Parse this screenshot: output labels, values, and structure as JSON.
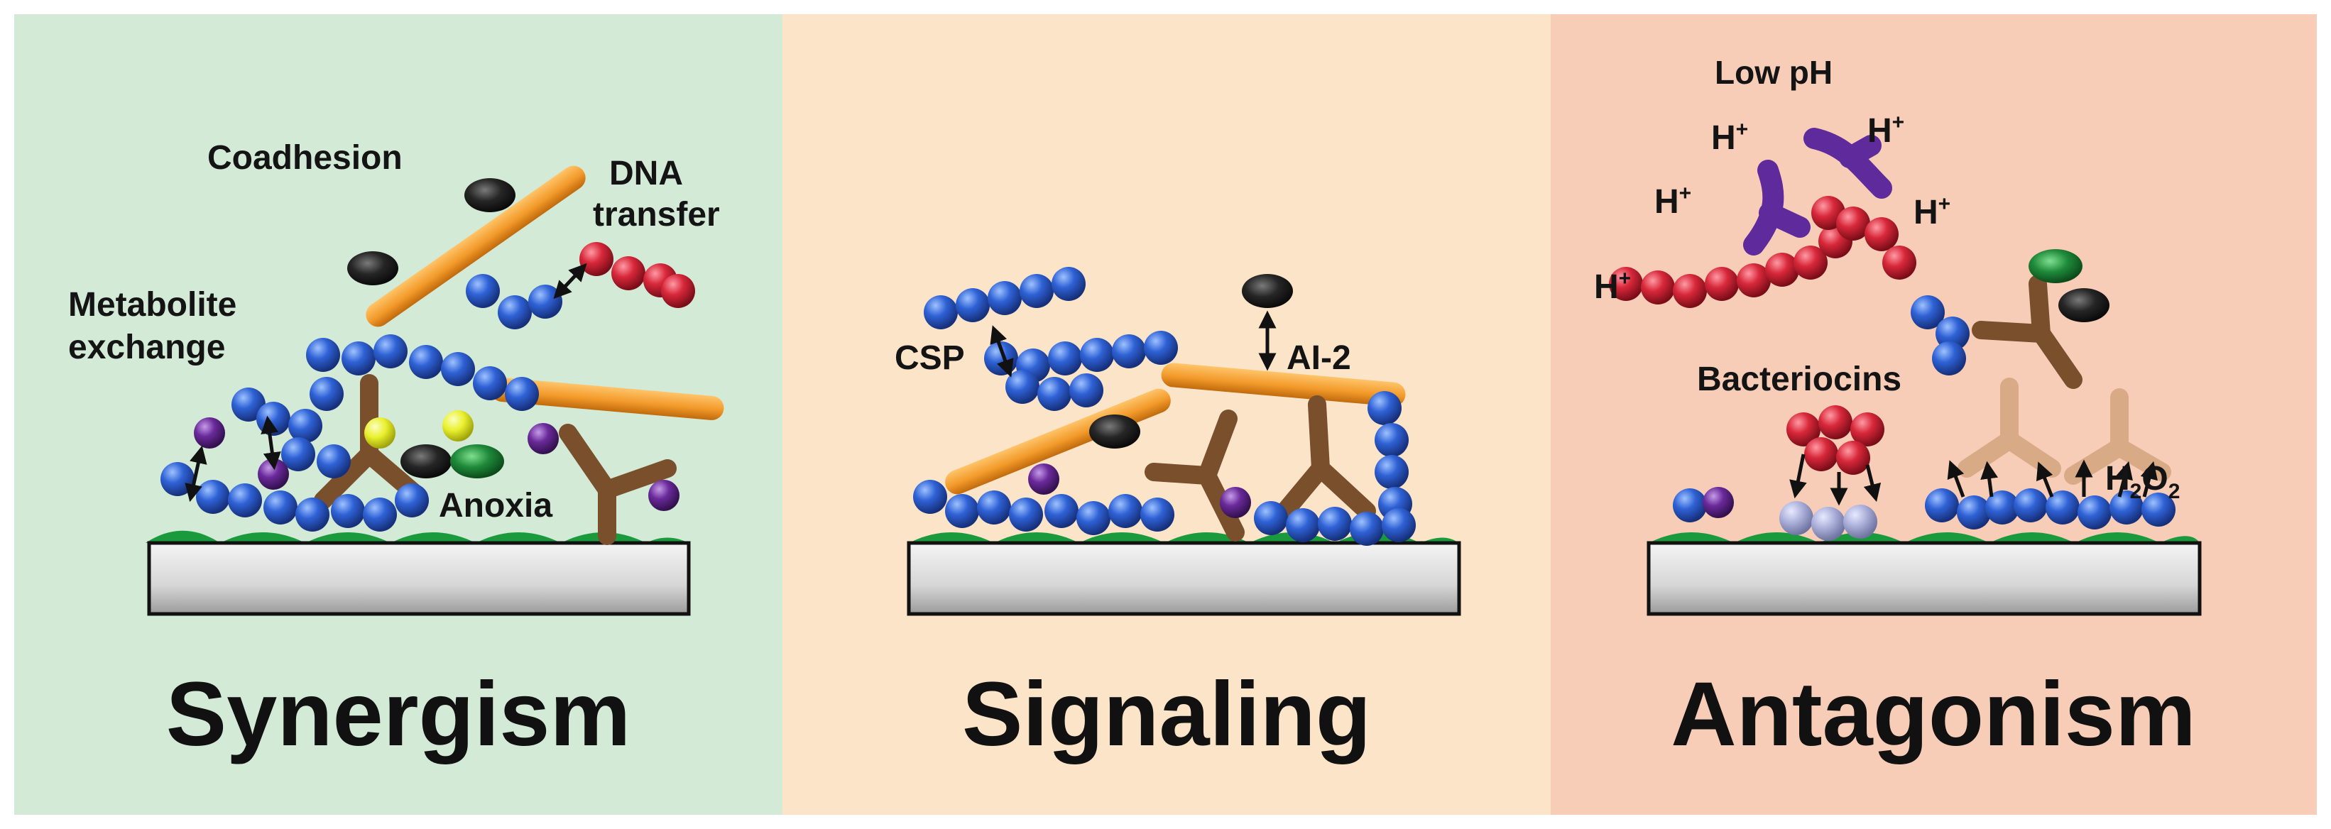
{
  "panels": [
    {
      "title": "Synergism",
      "bg": "#d3ead7",
      "labels": {
        "coadhesion": "Coadhesion",
        "dna_1": "DNA",
        "dna_2": "transfer",
        "metabolite_1": "Metabolite",
        "metabolite_2": "exchange",
        "anoxia": "Anoxia"
      }
    },
    {
      "title": "Signaling",
      "bg": "#fce4c9",
      "labels": {
        "csp": "CSP",
        "ai2": "AI-2"
      }
    },
    {
      "title": "Antagonism",
      "bg": "#f8cdb8",
      "labels": {
        "low_ph": "Low pH",
        "h_ion": "H",
        "h_charge": "+",
        "bacteriocins": "Bacteriocins",
        "h2o2_h": "H",
        "h2o2_2a": "2",
        "h2o2_o": "O",
        "h2o2_2b": "2"
      }
    }
  ],
  "colors": {
    "coccus_blue": "#2f62d6",
    "coccus_red": "#d8283a",
    "coccus_purple": "#6a2a9a",
    "coccus_yellow": "#e9f02c",
    "coccus_pale": "#a9aed8",
    "rod_orange": "#f29a2a",
    "black_cell": "#262626",
    "green_cell": "#1f8a3a",
    "branch_brown": "#7a4f2c",
    "branch_tan": "#d9aa86",
    "pellicle_green": "#1a9a3c",
    "substrate": "#dcdcdc"
  }
}
